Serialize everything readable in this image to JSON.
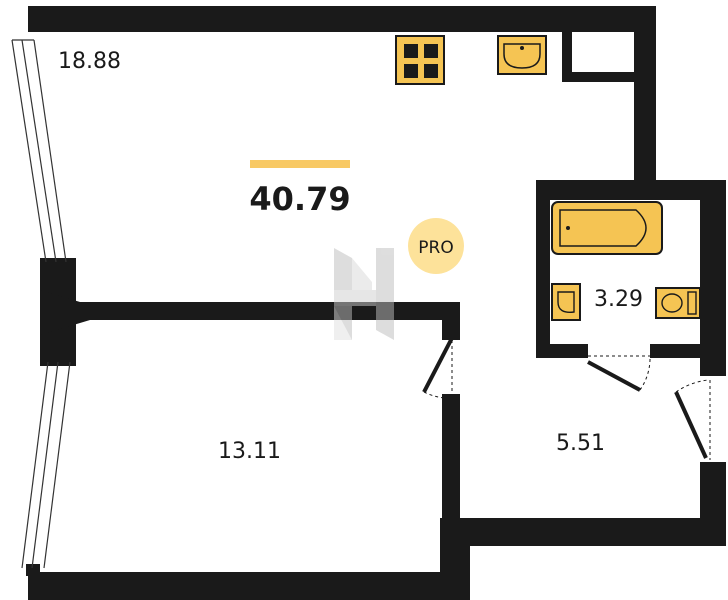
{
  "plan": {
    "total_area": "40.79",
    "badge": "PRO",
    "rooms": [
      {
        "id": "living-kitchen",
        "area": "18.88"
      },
      {
        "id": "bedroom",
        "area": "13.11"
      },
      {
        "id": "bathroom",
        "area": "3.29"
      },
      {
        "id": "hallway",
        "area": "5.51"
      }
    ]
  },
  "colors": {
    "wall": "#1a1a1a",
    "fixture": "#f5c453",
    "accent_bar": "#f8c964",
    "badge": "#fde29a",
    "logo": "#d4d4d4"
  }
}
